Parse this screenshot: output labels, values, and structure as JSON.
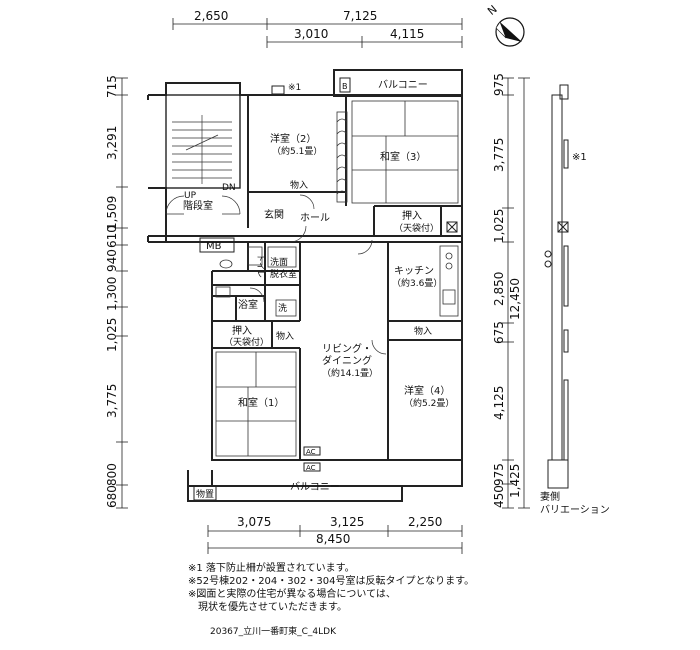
{
  "dims": {
    "top_total": [
      "2,650",
      "7,125"
    ],
    "top_sub": [
      "3,010",
      "4,115"
    ],
    "bottom_sub": [
      "3,075",
      "3,125",
      "2,250"
    ],
    "bottom_total": "8,450",
    "left": [
      "715",
      "3,291",
      "1,509",
      "610",
      "940",
      "1,300",
      "1,025",
      "3,775",
      "800",
      "680"
    ],
    "right": [
      "975",
      "3,775",
      "1,025",
      "2,850",
      "675",
      "4,125",
      "975",
      "1,425",
      "450"
    ],
    "right_total": "12,450"
  },
  "rooms": {
    "youshitsu2": "洋室（2）",
    "youshitsu2_area": "（約5.1畳）",
    "washitsu3": "和室（3）",
    "kaidanshitsu": "階段室",
    "genkan": "玄関",
    "hall": "ホール",
    "oshiire_top": "押入",
    "oshiire_top_sub": "（天袋付）",
    "nyu_top": "物入",
    "mb": "MB",
    "toilet": "トイレ",
    "senmen": "洗面",
    "datsui": "脱衣室",
    "kitchen": "キッチン",
    "kitchen_area": "（約3.6畳）",
    "yokushitsu": "浴室",
    "sen": "洗",
    "oshiire_left": "押入",
    "oshiire_left_sub": "（天袋付）",
    "nyu_left": "物入",
    "nyu_right": "物入",
    "living1": "リビング・",
    "living2": "ダイニング",
    "living_area": "（約14.1畳）",
    "washitsu1": "和室（1）",
    "youshitsu4": "洋室（4）",
    "youshitsu4_area": "（約5.2畳）",
    "balcony_top": "バルコニー",
    "balcony_bottom": "バルコニー",
    "monooki": "物置",
    "up": "UP",
    "dn": "DN",
    "b": "B",
    "ac1": "AC",
    "ac2": "AC",
    "mark1": "※1"
  },
  "side": {
    "mark": "※1",
    "caption1": "妻側",
    "caption2": "バリエーション"
  },
  "compass": "N",
  "notes": [
    "※1 落下防止柵が設置されています。",
    "※52号棟202・204・302・304号室は反転タイプとなります。",
    "※図面と実際の住宅が異なる場合については、",
    "　現状を優先させていただきます。"
  ],
  "footer": "20367_立川一番町東_C_4LDK"
}
